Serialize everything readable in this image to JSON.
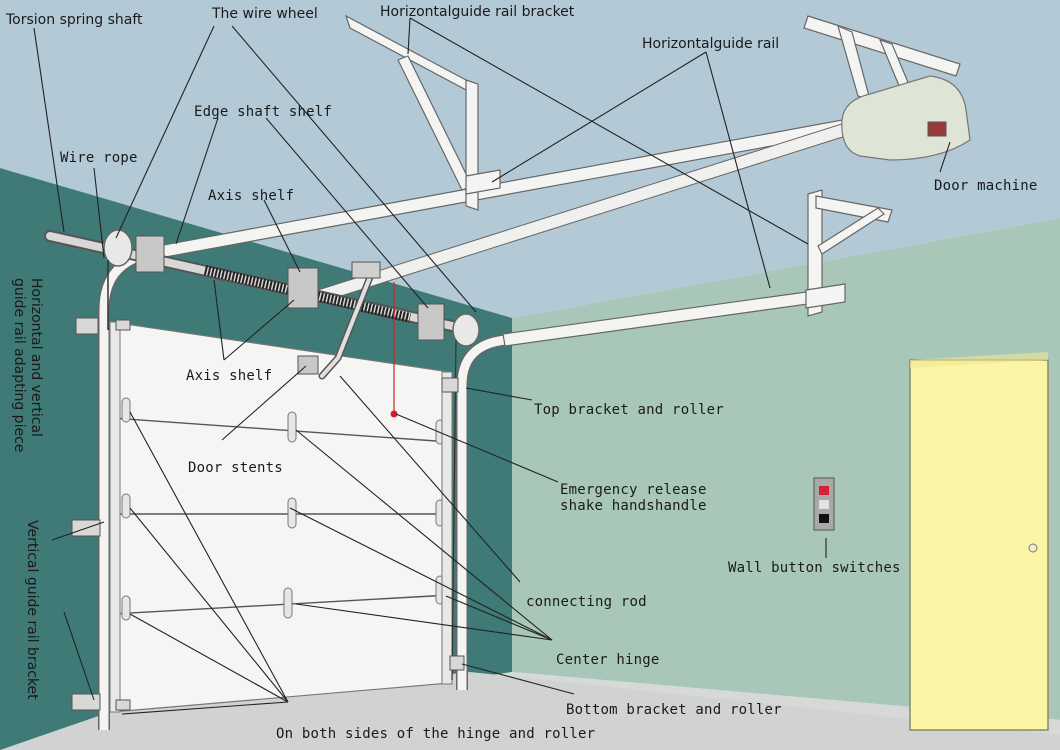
{
  "labels": {
    "torsion_spring_shaft": "Torsion spring shaft",
    "wire_wheel": "The wire wheel",
    "horizontal_guide_rail_bracket": "Horizontalguide rail  bracket",
    "horizontal_guide_rail": "Horizontalguide rail",
    "edge_shaft_shelf": "Edge shaft shelf",
    "wire_rope": "Wire rope",
    "axis_shelf_top": "Axis shelf",
    "axis_shelf_bottom": "Axis shelf",
    "door_machine": "Door machine",
    "door_stents": "Door stents",
    "top_bracket_and_roller": "Top bracket and roller",
    "emergency_release_line1": "Emergency release",
    "emergency_release_line2": "shake handshandle",
    "connecting_rod": "connecting rod",
    "wall_button_switches": "Wall button switches",
    "center_hinge": "Center hinge",
    "bottom_bracket_and_roller": "Bottom bracket and roller",
    "hinge_and_roller_both_sides": "On both sides of the hinge and roller",
    "adapting_piece_line1": "Horizontal and vertical",
    "adapting_piece_line2": "guide rail adapting piece",
    "vertical_guide_rail_bracket": "Vertical guide rail bracket"
  },
  "colors": {
    "ceiling": "#b3c9d6",
    "left_wall": "#3f7a77",
    "back_wall": "#a9c7b8",
    "floor": "#d4d7d6",
    "door_panel": "#f5f6f4",
    "person_door": "#fbf5a6",
    "rail": "#f4f5f2",
    "outline": "#6a6a6a",
    "leader_line": "#222222",
    "release_cord": "#d0202a",
    "button_red": "#d4213a",
    "button_gray": "#c8c8c8",
    "button_black": "#111111"
  }
}
